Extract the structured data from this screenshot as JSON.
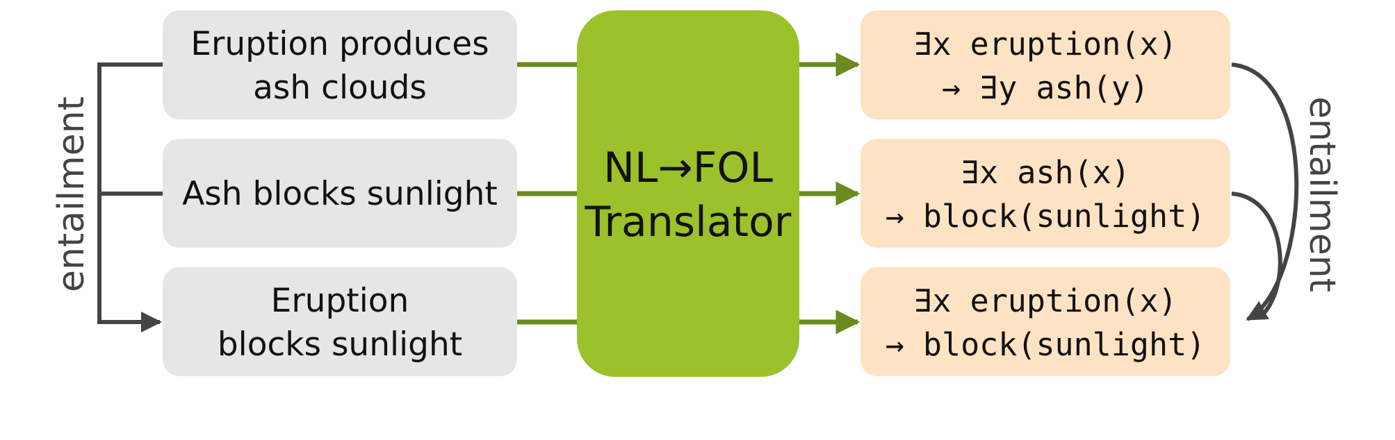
{
  "colors": {
    "nl_box": "#e6e6e6",
    "fol_box": "#fde3c3",
    "translator": "#9bc12b",
    "green_arrow": "#6b8a1f",
    "dark_arrow": "#444444"
  },
  "premises": [
    {
      "line1": "Eruption produces",
      "line2": "ash clouds"
    },
    {
      "line1": "Ash blocks sunlight",
      "line2": ""
    },
    {
      "line1": "Eruption",
      "line2": "blocks sunlight"
    }
  ],
  "translator": {
    "line1": "NL→FOL",
    "line2": "Translator"
  },
  "formulas": [
    {
      "line1": "∃x eruption(x)",
      "line2": "→ ∃y ash(y)"
    },
    {
      "line1": "∃x ash(x)",
      "line2": "→ block(sunlight)"
    },
    {
      "line1": "∃x eruption(x)",
      "line2": "→ block(sunlight)"
    }
  ],
  "left_label": "entailment",
  "right_label": "entailment"
}
